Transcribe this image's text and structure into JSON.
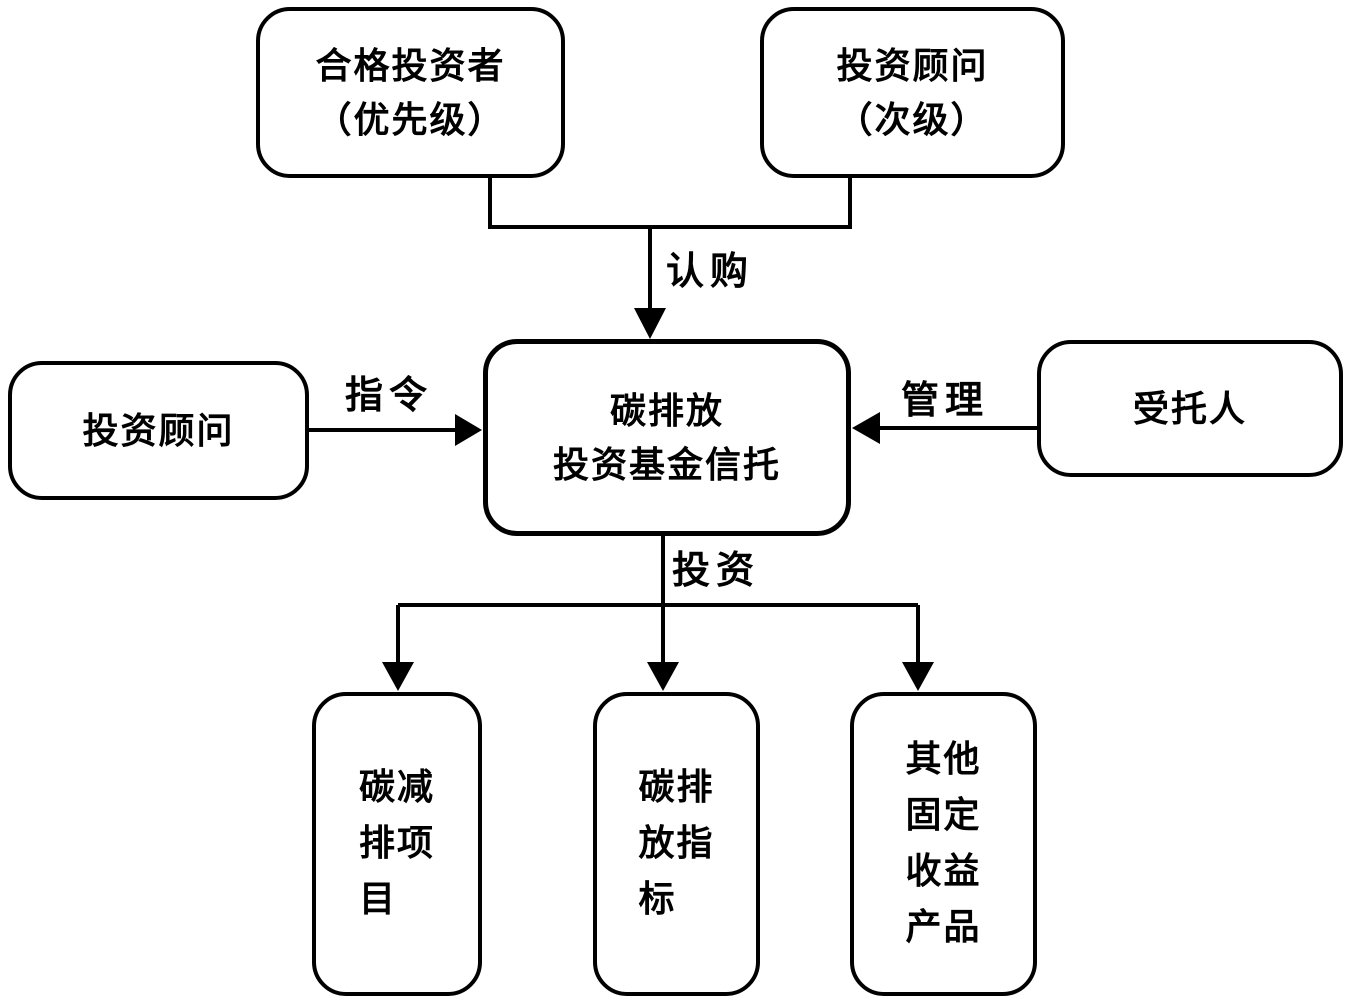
{
  "figure": {
    "type": "flowchart",
    "background_color": "#ffffff",
    "line_color": "#000000",
    "text_color": "#000000"
  },
  "nodes": {
    "qualified_investor": {
      "label": "合格投资者\n（优先级）"
    },
    "advisor_secondary": {
      "label": "投资顾问\n（次级）"
    },
    "advisor": {
      "label": "投资顾问"
    },
    "trust": {
      "label": "碳排放\n投资基金信托"
    },
    "trustee": {
      "label": "受托人"
    },
    "carbon_reduction_project": {
      "label": "碳减\n排项\n目"
    },
    "carbon_emission_quota": {
      "label": "碳排\n放指\n标"
    },
    "other_fixed_income": {
      "label": "其他\n固定\n收益\n产品"
    }
  },
  "edges": {
    "subscribe": {
      "label": "认购",
      "from": [
        "qualified_investor",
        "advisor_secondary"
      ],
      "to": "trust"
    },
    "instruction": {
      "label": "指令",
      "from": "advisor",
      "to": "trust"
    },
    "management": {
      "label": "管理",
      "from": "trustee",
      "to": "trust"
    },
    "investment": {
      "label": "投资",
      "from": "trust",
      "to": [
        "carbon_reduction_project",
        "carbon_emission_quota",
        "other_fixed_income"
      ]
    }
  }
}
